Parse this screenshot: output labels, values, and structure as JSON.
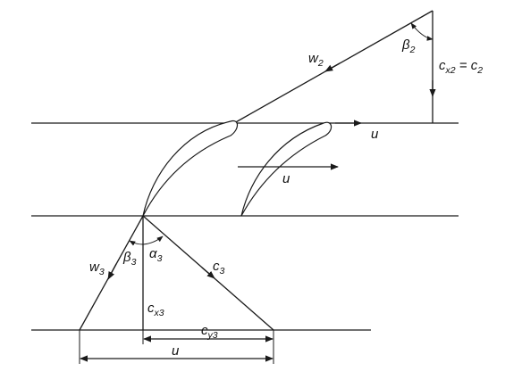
{
  "labels": {
    "w2": {
      "main": "w",
      "sub": "2"
    },
    "beta2": {
      "main": "β",
      "sub": "2"
    },
    "cx2": {
      "main": "c",
      "sub": "x2",
      "tail": " = c",
      "tail_sub": "2"
    },
    "u_top": "u",
    "u_mid": "u",
    "w3": {
      "main": "w",
      "sub": "3"
    },
    "beta3": {
      "main": "β",
      "sub": "3"
    },
    "alpha3": {
      "main": "α",
      "sub": "3"
    },
    "c3": {
      "main": "c",
      "sub": "3"
    },
    "cx3": {
      "main": "c",
      "sub": "x3"
    },
    "cy3": {
      "main": "c",
      "sub": "y3"
    },
    "u_bottom": "u"
  }
}
